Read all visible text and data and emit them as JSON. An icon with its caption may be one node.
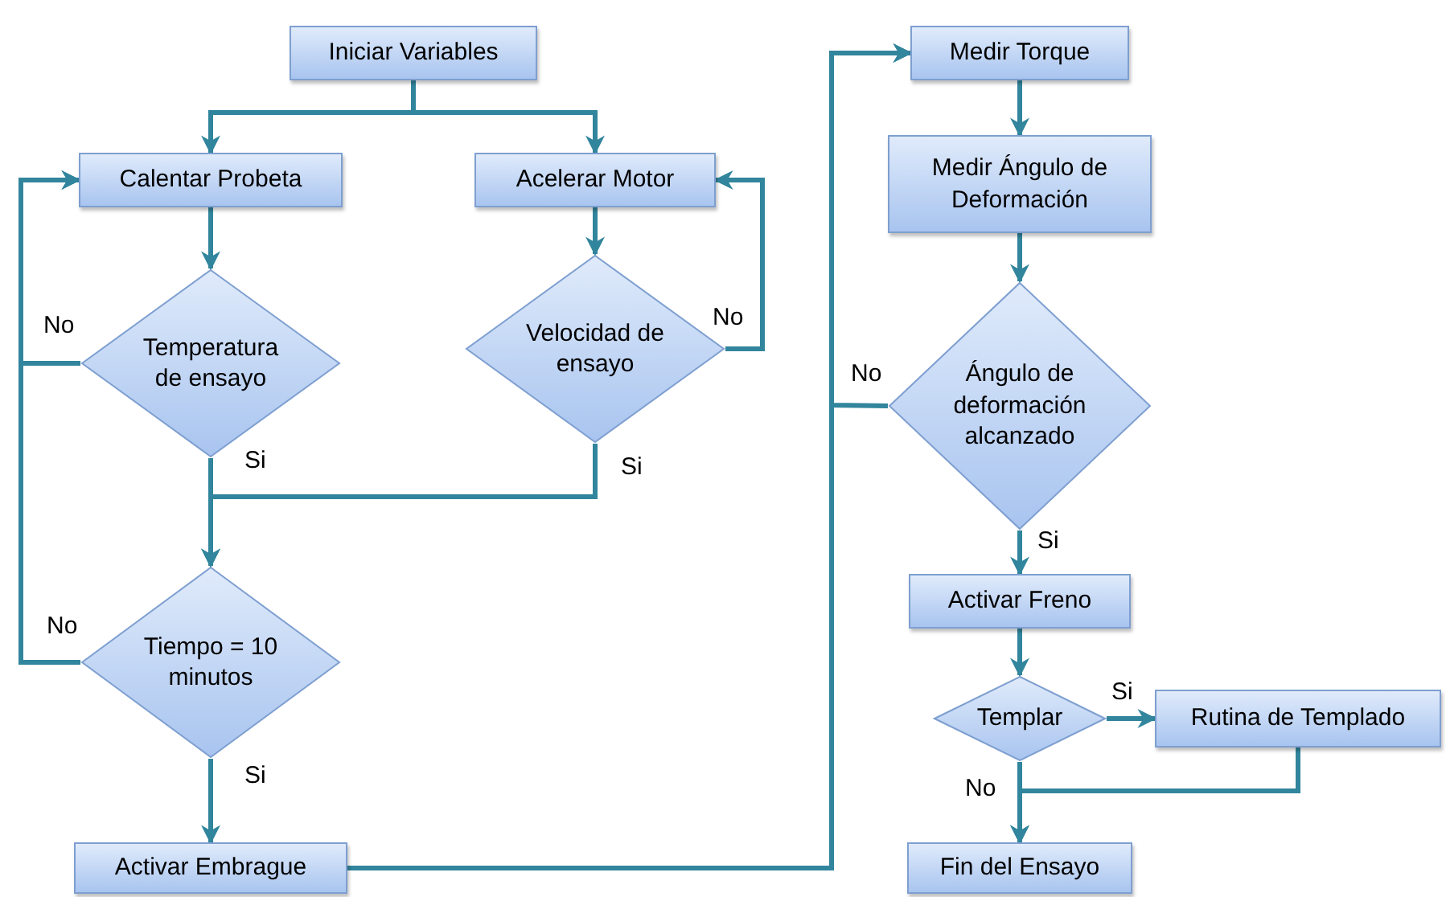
{
  "diagram": {
    "nodes": [
      {
        "text": [
          "Iniciar Variables"
        ]
      },
      {
        "text": [
          "Calentar Probeta"
        ]
      },
      {
        "text": [
          "Acelerar Motor"
        ]
      },
      {
        "text": [
          "Temperatura de ensayo"
        ]
      },
      {
        "text": [
          "Velocidad de ensayo"
        ]
      },
      {
        "text": [
          "Tiempo = 10 minutos"
        ]
      },
      {
        "text": [
          "Activar Embrague"
        ]
      },
      {
        "text": [
          "Medir Torque"
        ]
      },
      {
        "text": [
          "Medir Ángulo de Deformación"
        ]
      },
      {
        "text": [
          "Ángulo de deformación alcanzado"
        ]
      },
      {
        "text": [
          "Activar Freno"
        ]
      },
      {
        "text": [
          "Templar"
        ]
      },
      {
        "text": [
          "Rutina de Templado"
        ]
      },
      {
        "text": [
          "Fin del Ensayo"
        ]
      }
    ],
    "edges": [
      {
        "from": 0,
        "to": 1,
        "arrow": "to"
      },
      {
        "from": 0,
        "to": 2,
        "arrow": "to"
      },
      {
        "from": 1,
        "to": 3,
        "arrow": "to"
      },
      {
        "from": 2,
        "to": 4,
        "arrow": "to"
      },
      {
        "from": 3,
        "to": 1,
        "arrow": "to",
        "label": "No"
      },
      {
        "from": 4,
        "to": 2,
        "arrow": "to",
        "label": "No"
      },
      {
        "from": 3,
        "to": 5,
        "arrow": "to",
        "label": "Si"
      },
      {
        "from": 4,
        "to": 5,
        "arrow": "to",
        "label": "Si"
      },
      {
        "from": 5,
        "to": 1,
        "arrow": "to",
        "label": "No"
      },
      {
        "from": 5,
        "to": 6,
        "arrow": "to",
        "label": "Si"
      },
      {
        "from": 6,
        "to": 7,
        "arrow": "to"
      },
      {
        "from": 9,
        "to": 7,
        "arrow": "to",
        "label": "No"
      },
      {
        "from": 7,
        "to": 8,
        "arrow": "to"
      },
      {
        "from": 8,
        "to": 9,
        "arrow": "to"
      },
      {
        "from": 9,
        "to": 10,
        "arrow": "to",
        "label": "Si"
      },
      {
        "from": 10,
        "to": 11,
        "arrow": "to"
      },
      {
        "from": 11,
        "to": 12,
        "arrow": "to",
        "label": "Si"
      },
      {
        "from": 11,
        "to": 13,
        "arrow": "to",
        "label": "No"
      },
      {
        "from": 12,
        "to": 13,
        "arrow": "to"
      }
    ]
  }
}
